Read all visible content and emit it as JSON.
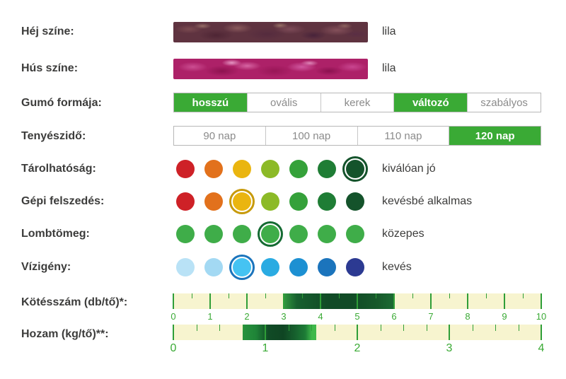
{
  "colors": {
    "accent_green": "#3aaa35",
    "scale_background": "#f7f4cf",
    "tick_green": "#2f9e38",
    "label_text": "#3c3c3b",
    "muted_text": "#8b8b8b"
  },
  "rows": {
    "skin": {
      "label": "Héj színe:",
      "value": "lila",
      "base_color": "#5f3340"
    },
    "flesh": {
      "label": "Hús színe:",
      "value": "lila",
      "base_color": "#ad2168"
    },
    "shape": {
      "label": "Gumó formája:",
      "options": [
        {
          "label": "hosszú",
          "selected": true
        },
        {
          "label": "ovális",
          "selected": false
        },
        {
          "label": "kerek",
          "selected": false
        },
        {
          "label": "változó",
          "selected": true
        },
        {
          "label": "szabályos",
          "selected": false
        }
      ]
    },
    "season": {
      "label": "Tenyészidő:",
      "options": [
        {
          "label": "90 nap",
          "selected": false
        },
        {
          "label": "100 nap",
          "selected": false
        },
        {
          "label": "110 nap",
          "selected": false
        },
        {
          "label": "120 nap",
          "selected": true
        }
      ]
    },
    "storability": {
      "label": "Tárolhatóság:",
      "value": "kiválóan jó",
      "dots": [
        "#ce2127",
        "#e2711c",
        "#eab510",
        "#8cba27",
        "#35a13a",
        "#1f7d35",
        "#14532b"
      ],
      "selected_index": 6,
      "ring_color": "#14532b"
    },
    "harvest": {
      "label": "Gépi felszedés:",
      "value": "kevésbé alkalmas",
      "dots": [
        "#ce2127",
        "#e2711c",
        "#eab510",
        "#8cba27",
        "#35a13a",
        "#1f7d35",
        "#14532b"
      ],
      "selected_index": 2,
      "ring_color": "#c79a0b"
    },
    "foliage": {
      "label": "Lombtömeg:",
      "value": "közepes",
      "dots": [
        "#3fad49",
        "#3fad49",
        "#3fad49",
        "#3fad49",
        "#3fad49",
        "#3fad49",
        "#3fad49"
      ],
      "selected_index": 3,
      "ring_color": "#156b33"
    },
    "water": {
      "label": "Vízigény:",
      "value": "kevés",
      "dots": [
        "#b9e2f6",
        "#a3d9f3",
        "#45c3f2",
        "#2aabe2",
        "#1d90d2",
        "#1b74bc",
        "#2c3a92"
      ],
      "selected_index": 2,
      "ring_color": "#1b74bc"
    },
    "tubers": {
      "label": "Kötésszám (db/tő)*:",
      "min": 0,
      "max": 10,
      "major_step": 1,
      "minor_step": 0.5,
      "range": [
        3,
        6
      ],
      "range_stops": [
        [
          "#33993f",
          0
        ],
        [
          "#17602f",
          12
        ],
        [
          "#114b26",
          40
        ],
        [
          "#114b26",
          62
        ],
        [
          "#17592b",
          85
        ],
        [
          "#1c6b33",
          100
        ]
      ],
      "tick_labels": [
        "0",
        "1",
        "2",
        "3",
        "4",
        "5",
        "6",
        "7",
        "8",
        "9",
        "10"
      ]
    },
    "yield": {
      "label": "Hozam (kg/tő)**:",
      "min": 0,
      "max": 4,
      "major_step": 1,
      "minor_step": 0.25,
      "range": [
        0.75,
        1.55
      ],
      "range_stops": [
        [
          "#27923c",
          0
        ],
        [
          "#1f8438",
          18
        ],
        [
          "#114b26",
          35
        ],
        [
          "#0f4523",
          55
        ],
        [
          "#17622e",
          72
        ],
        [
          "#1d7c36",
          85
        ],
        [
          "#3fb84a",
          94
        ],
        [
          "#3fb84a",
          100
        ]
      ],
      "tick_labels": [
        "0",
        "1",
        "2",
        "3",
        "4"
      ]
    }
  },
  "chart_data": {
    "type": "table",
    "rows": [
      {
        "attribute": "Héj színe",
        "value": "lila"
      },
      {
        "attribute": "Hús színe",
        "value": "lila"
      },
      {
        "attribute": "Gumó formája",
        "options": [
          "hosszú",
          "ovális",
          "kerek",
          "változó",
          "szabályos"
        ],
        "selected": [
          "hosszú",
          "változó"
        ]
      },
      {
        "attribute": "Tenyészidő",
        "options": [
          "90 nap",
          "100 nap",
          "110 nap",
          "120 nap"
        ],
        "selected": [
          "120 nap"
        ]
      },
      {
        "attribute": "Tárolhatóság",
        "rating": 7,
        "rating_max": 7,
        "value": "kiválóan jó"
      },
      {
        "attribute": "Gépi felszedés",
        "rating": 3,
        "rating_max": 7,
        "value": "kevésbé alkalmas"
      },
      {
        "attribute": "Lombtömeg",
        "rating": 4,
        "rating_max": 7,
        "value": "közepes"
      },
      {
        "attribute": "Vízigény",
        "rating": 3,
        "rating_max": 7,
        "value": "kevés"
      },
      {
        "attribute": "Kötésszám (db/tő)*",
        "axis_range": [
          0,
          10
        ],
        "highlighted_range": [
          3,
          6
        ]
      },
      {
        "attribute": "Hozam (kg/tő)**",
        "axis_range": [
          0,
          4
        ],
        "highlighted_range": [
          0.75,
          1.55
        ]
      }
    ]
  }
}
